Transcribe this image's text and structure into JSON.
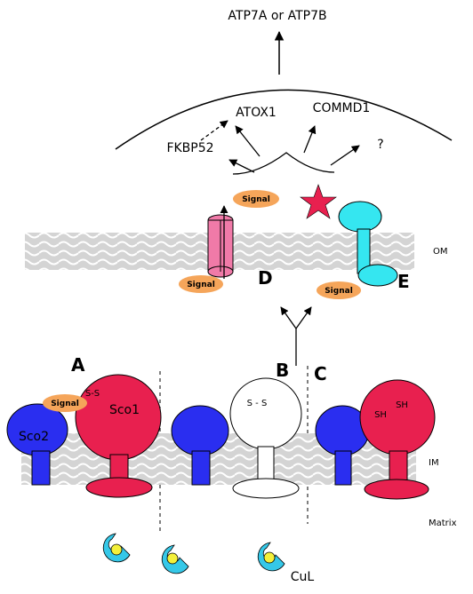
{
  "labels": {
    "top_target": "ATP7A or ATP7B",
    "atox1": "ATOX1",
    "commd1": "COMMD1",
    "fkbp52": "FKBP52",
    "question": "?",
    "signal": "Signal",
    "om": "OM",
    "im": "IM",
    "matrix": "Matrix",
    "cul": "CuL",
    "sco1": "Sco1",
    "sco2": "Sco2",
    "disulfide": "S-S",
    "disulfide_b": "S - S",
    "thiol_1": "SH",
    "thiol_2": "SH",
    "panel_a": "A",
    "panel_b": "B",
    "panel_c": "C",
    "panel_d": "D",
    "panel_e": "E"
  },
  "colors": {
    "sco1": "#e8204f",
    "sco2": "#2a2ef0",
    "signal": "#f5a55a",
    "channel_d": "#f07aa8",
    "protein_e": "#35e6f0",
    "star": "#e8204f",
    "cu_ligand": "#35c8e8",
    "cu_ion": "#f4f03a"
  },
  "icons": [
    "star-icon",
    "arrow-icon",
    "membrane-icon"
  ]
}
